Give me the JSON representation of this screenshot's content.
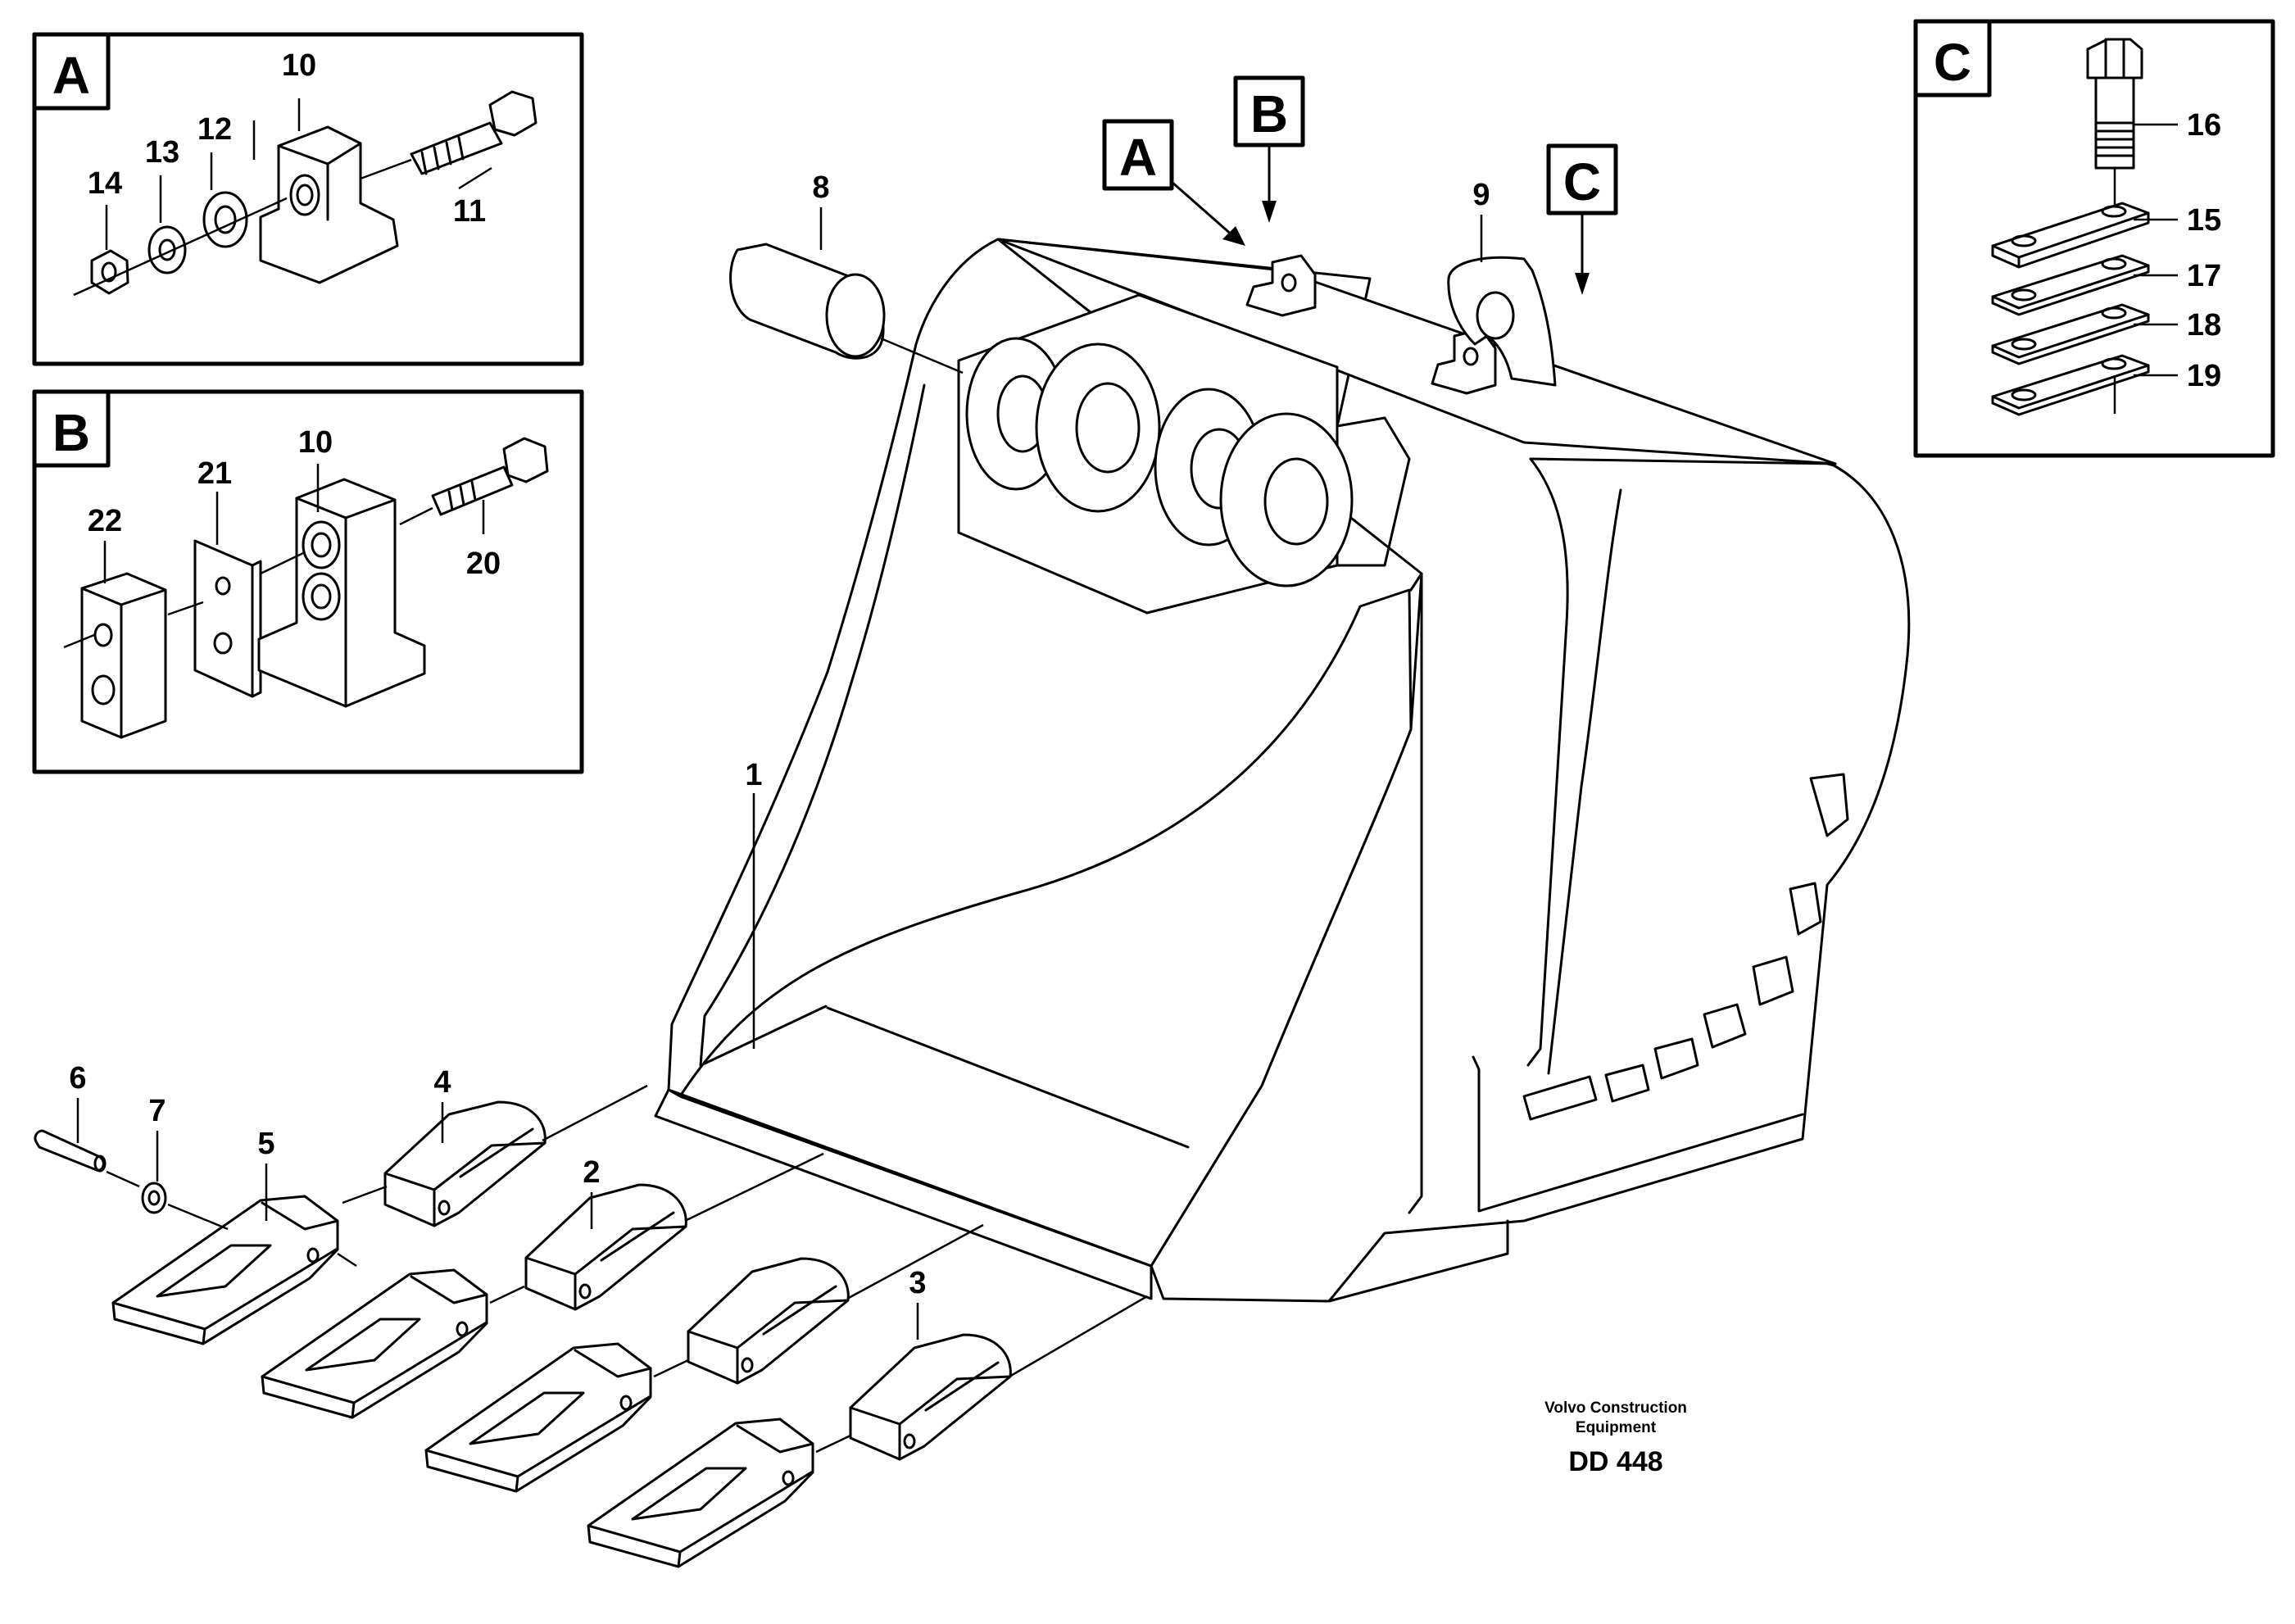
{
  "insets": {
    "a": {
      "letter": "A",
      "labels": {
        "p10": "10",
        "p11": "11",
        "p12": "12",
        "p13": "13",
        "p14": "14"
      }
    },
    "b": {
      "letter": "B",
      "labels": {
        "p10": "10",
        "p20": "20",
        "p21": "21",
        "p22": "22"
      }
    },
    "c": {
      "letter": "C",
      "labels": {
        "p15": "15",
        "p16": "16",
        "p17": "17",
        "p18": "18",
        "p19": "19"
      }
    }
  },
  "callouts": {
    "a": "A",
    "b": "B",
    "c": "C"
  },
  "labels": {
    "p1": "1",
    "p2": "2",
    "p3": "3",
    "p4": "4",
    "p5": "5",
    "p6": "6",
    "p7": "7",
    "p8": "8",
    "p9": "9"
  },
  "credit": {
    "line1": "Volvo Construction",
    "line2": "Equipment",
    "code": "DD 448"
  }
}
